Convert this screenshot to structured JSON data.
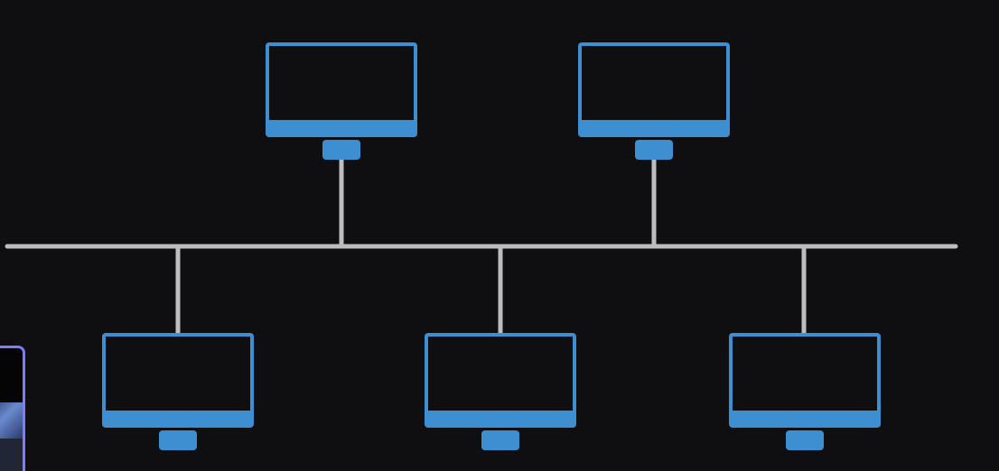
{
  "diagram": {
    "type": "bus-topology",
    "colors": {
      "background": "#0f0f11",
      "node": "#3d8fd1",
      "screen": "#0f0f11",
      "bus_line": "#bdbdbd"
    },
    "nodes": [
      {
        "id": "computer-top-1",
        "row": "top",
        "icon": "monitor-icon"
      },
      {
        "id": "computer-top-2",
        "row": "top",
        "icon": "monitor-icon"
      },
      {
        "id": "computer-bottom-1",
        "row": "bottom",
        "icon": "monitor-icon"
      },
      {
        "id": "computer-bottom-2",
        "row": "bottom",
        "icon": "monitor-icon"
      },
      {
        "id": "computer-bottom-3",
        "row": "bottom",
        "icon": "monitor-icon"
      }
    ]
  },
  "overlay": {
    "thumbnail_icon": "window-thumbnail"
  }
}
